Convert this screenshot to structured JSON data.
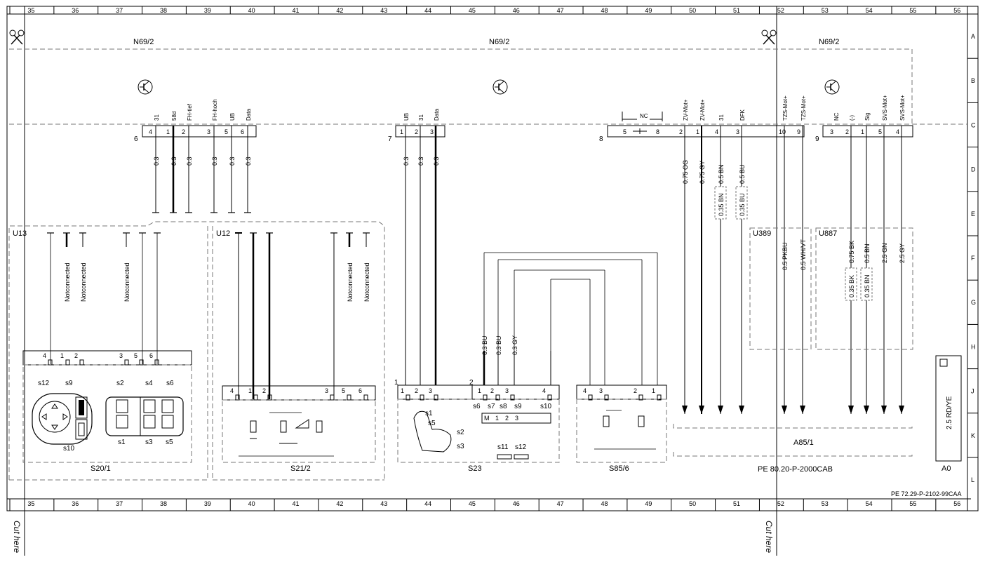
{
  "grid": {
    "columns": [
      "35",
      "36",
      "37",
      "38",
      "39",
      "40",
      "41",
      "42",
      "43",
      "44",
      "45",
      "46",
      "47",
      "48",
      "49",
      "50",
      "51",
      "52",
      "53",
      "54",
      "55",
      "56"
    ],
    "rows": [
      "A",
      "B",
      "C",
      "D",
      "E",
      "F",
      "G",
      "H",
      "J",
      "K",
      "L"
    ]
  },
  "cut_marks": [
    {
      "text": "Cut here"
    },
    {
      "text": "Cut here"
    }
  ],
  "top_modules": [
    "N69/2",
    "N69/2",
    "N69/2"
  ],
  "connectors": {
    "c6": {
      "id": "6",
      "pins": [
        {
          "num": "4",
          "sig": "31",
          "gauge": "0.3"
        },
        {
          "num": "1",
          "sig": "58d",
          "gauge": "0.3"
        },
        {
          "num": "2",
          "sig": "FH-tief",
          "gauge": "0.3"
        },
        {
          "num": "3",
          "sig": "FH-hoch",
          "gauge": "0.3"
        },
        {
          "num": "5",
          "sig": "UB",
          "gauge": "0.3"
        },
        {
          "num": "6",
          "sig": "Data",
          "gauge": "0.3"
        }
      ]
    },
    "c7": {
      "id": "7",
      "pins": [
        {
          "num": "1",
          "sig": "UB",
          "gauge": "0.3"
        },
        {
          "num": "2",
          "sig": "31",
          "gauge": "0.3"
        },
        {
          "num": "3",
          "sig": "Data",
          "gauge": "0.3"
        }
      ]
    },
    "c8": {
      "id": "8",
      "pins": [
        {
          "num": "5",
          "sig": "NC"
        },
        {
          "num": "8",
          "sig": ""
        },
        {
          "num": "2",
          "sig": "ZV-Mot+",
          "wire": "0.75 OG"
        },
        {
          "num": "1",
          "sig": "ZV-Mot+",
          "wire": "0.75 GY"
        },
        {
          "num": "4",
          "sig": "31",
          "wire": "0.5 BN",
          "wire2": "0.35 BN"
        },
        {
          "num": "3",
          "sig": "DFK",
          "wire": "0.5 BU",
          "wire2": "0.35 BU"
        },
        {
          "num": "10",
          "sig": "TZS-Mot+",
          "wire": "0.5 PKBU"
        },
        {
          "num": "9",
          "sig": "TZS-Mot+",
          "wire": "0.5 WH/VT"
        }
      ]
    },
    "c9": {
      "id": "9",
      "pins": [
        {
          "num": "3",
          "sig": "NC"
        },
        {
          "num": "2",
          "sig": "(-)",
          "wire": "0.75 BK",
          "wire2": "0.35 BK"
        },
        {
          "num": "1",
          "sig": "Sig",
          "wire": "0.5 BN",
          "wire2": "0.35 BN"
        },
        {
          "num": "5",
          "sig": "SVS-Mot+",
          "wire": "2.5 GN"
        },
        {
          "num": "4",
          "sig": "SVS-Mot+",
          "wire": "2.5 GY"
        }
      ]
    }
  },
  "groups": {
    "u13": "U13",
    "u12": "U12",
    "u389": "U389",
    "u887": "U887",
    "notconnected": "Notconnected"
  },
  "components": {
    "s20_1": {
      "name": "S20/1",
      "pins": [
        "4",
        "1",
        "2",
        "3",
        "5",
        "6"
      ],
      "switches": [
        "s12",
        "s9",
        "s2",
        "s4",
        "s6",
        "s10",
        "s1",
        "s3",
        "s5"
      ]
    },
    "s21_2": {
      "name": "S21/2",
      "pins": [
        "4",
        "1",
        "2",
        "3",
        "5",
        "6"
      ]
    },
    "s23": {
      "name": "S23",
      "conn1": "1",
      "conn2": "2",
      "pins_a": [
        "1",
        "2",
        "3"
      ],
      "pins_b": [
        "1",
        "2",
        "3",
        "4"
      ],
      "switches": [
        "s6",
        "s7",
        "s8",
        "s9",
        "s10",
        "s1",
        "s5",
        "s2",
        "s3",
        "s11",
        "s12"
      ],
      "motor_row": [
        "M",
        "1",
        "2",
        "3"
      ],
      "wires": [
        "0.3 BU",
        "0.3 BU",
        "0.3 GY"
      ]
    },
    "s85_6": {
      "name": "S85/6",
      "pins": [
        "4",
        "3",
        "2",
        "1"
      ]
    },
    "a85_1": {
      "name": "A85/1",
      "ref": "PE 80.20-P-2000CAB"
    },
    "a0": {
      "name": "A0",
      "wire": "2.5 RD/YE"
    }
  },
  "doc_ref": "PE 72.29-P-2102-99CAA",
  "colors": {
    "line": "#000000",
    "dashed": "#777777",
    "background": "#ffffff"
  }
}
